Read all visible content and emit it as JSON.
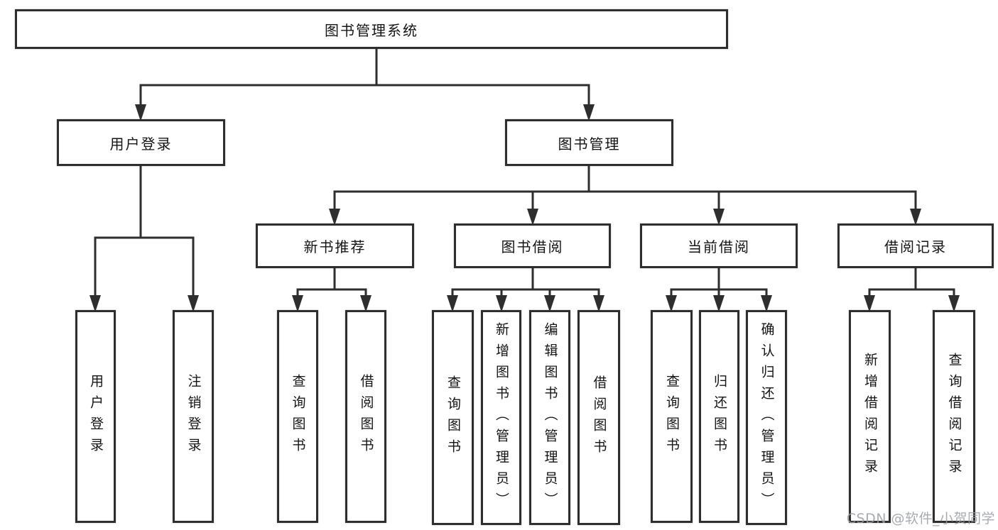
{
  "tree": {
    "label": "图书管理系统",
    "children": [
      {
        "label": "用户登录",
        "children": [
          {
            "label": "用户登录"
          },
          {
            "label": "注销登录"
          }
        ]
      },
      {
        "label": "图书管理",
        "children": [
          {
            "label": "新书推荐",
            "children": [
              {
                "label": "查询图书"
              },
              {
                "label": "借阅图书"
              }
            ]
          },
          {
            "label": "图书借阅",
            "children": [
              {
                "label": "查询图书"
              },
              {
                "label": "新增图书（管理员）"
              },
              {
                "label": "编辑图书（管理员）"
              },
              {
                "label": "借阅图书"
              }
            ]
          },
          {
            "label": "当前借阅",
            "children": [
              {
                "label": "查询图书"
              },
              {
                "label": "归还图书"
              },
              {
                "label": "确认归还（管理员）"
              }
            ]
          },
          {
            "label": "借阅记录",
            "children": [
              {
                "label": "新增借阅记录"
              },
              {
                "label": "查询借阅记录"
              }
            ]
          }
        ]
      }
    ]
  },
  "watermark": {
    "text": "CSDN @软件_小贺同学"
  },
  "colors": {
    "line": "#2e2e2e",
    "box_border": "#2e2e2e",
    "text": "#141414",
    "watermark": "#9a9da4",
    "background": "#ffffff"
  }
}
